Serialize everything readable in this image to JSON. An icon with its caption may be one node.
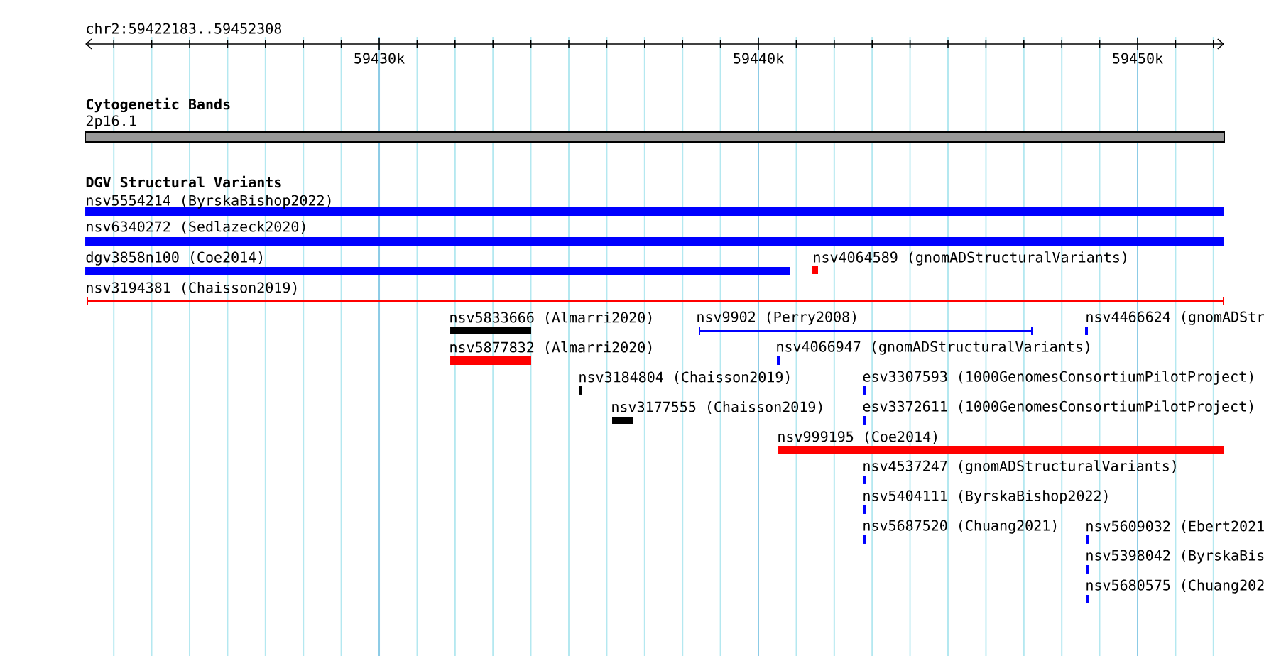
{
  "diagram": {
    "labels": [
      "chr2:59422183..59452308",
      "59430k",
      "59440k",
      "59450k",
      "Cytogenetic Bands",
      "2p16.1",
      "DGV Structural Variants",
      "nsv5554214 (ByrskaBishop2022)",
      "nsv6340272 (Sedlazeck2020)",
      "dgv3858n100 (Coe2014)",
      "nsv4064589 (gnomADStructuralVariants)",
      "nsv3194381 (Chaisson2019)",
      "nsv5833666 (Almarri2020)",
      "nsv9902 (Perry2008)",
      "nsv4466624 (gnomADStr",
      "nsv5877832 (Almarri2020)",
      "nsv4066947 (gnomADStructuralVariants)",
      "nsv3184804 (Chaisson2019)",
      "esv3307593 (1000GenomesConsortiumPilotProject)",
      "nsv3177555 (Chaisson2019)",
      "esv3372611 (1000GenomesConsortiumPilotProject)",
      "nsv999195 (Coe2014)",
      "nsv4537247 (gnomADStructuralVariants)",
      "nsv5404111 (ByrskaBishop2022)",
      "nsv5687520 (Chuang2021)",
      "nsv5609032 (Ebert2021",
      "nsv5398042 (ByrskaBis",
      "nsv5680575 (Chuang202"
    ]
  }
}
